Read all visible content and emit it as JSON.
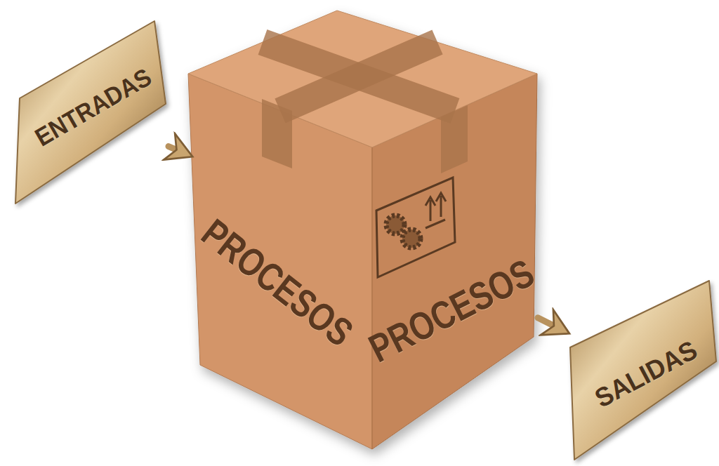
{
  "diagram": {
    "nodes": [
      {
        "text": [
          "ENTRADAS"
        ]
      },
      {
        "text": [
          "PROCESOS",
          "PROCESOS"
        ]
      },
      {
        "text": [
          "SALIDAS"
        ]
      }
    ],
    "edges": [
      {
        "from": 0,
        "to": 1,
        "arrow": "to"
      },
      {
        "from": 1,
        "to": 2,
        "arrow": "to"
      }
    ]
  }
}
